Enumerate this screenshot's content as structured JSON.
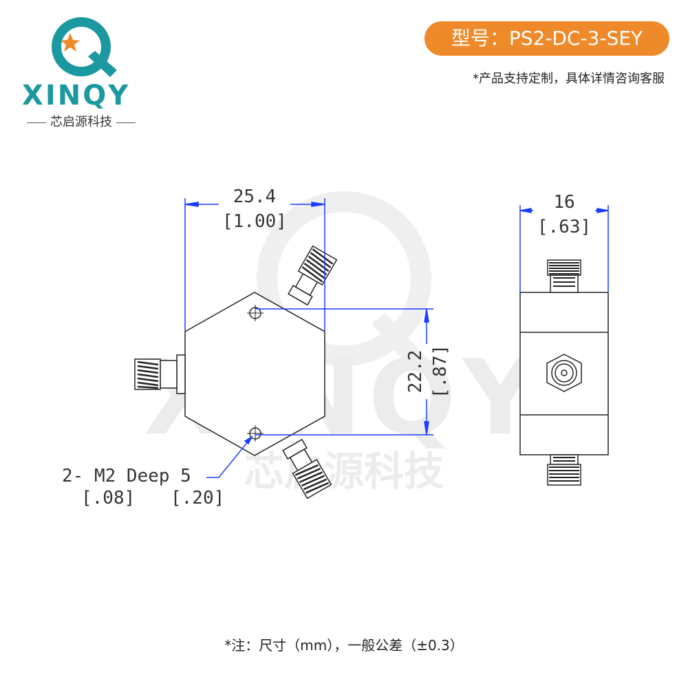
{
  "brand": {
    "wordmark": "XINQY",
    "chinese_name": "芯启源科技",
    "colors": {
      "teal": "#1b98a0",
      "orange": "#ef8a2a"
    }
  },
  "header": {
    "model_label": "型号：PS2-DC-3-SEY",
    "custom_note": "*产品支持定制，具体详情咨询客服"
  },
  "drawing": {
    "front_view": {
      "width_mm": "25.4",
      "width_in": "[1.00]",
      "hole_spacing_mm": "22.2",
      "hole_spacing_in": "[.87]",
      "hole_note": "2- M2 Deep 5",
      "hole_note_in_1": "[.08]",
      "hole_note_in_2": "[.20]"
    },
    "side_view": {
      "depth_mm": "16",
      "depth_in": "[.63]"
    }
  },
  "footer": {
    "tolerance_note": "*注：尺寸（mm），一般公差（±0.3）"
  }
}
